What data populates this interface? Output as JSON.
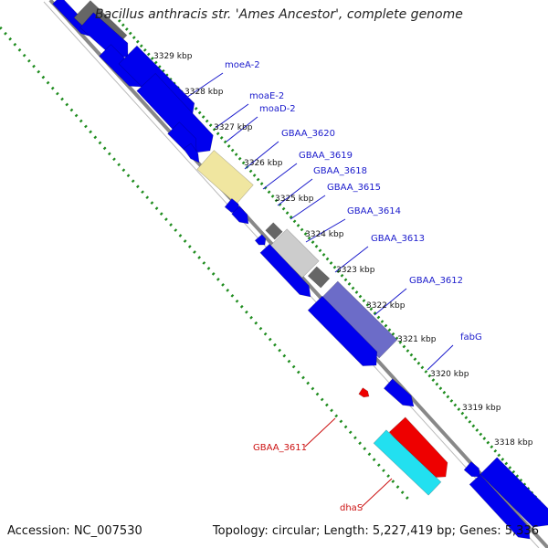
{
  "title": "Bacillus anthracis str. 'Ames Ancestor', complete genome",
  "footer": {
    "accession": "Accession: NC_007530",
    "topology": "Topology: circular; Length: 5,227,419 bp; Genes: 5,336"
  },
  "colors": {
    "forward_gene": "#0000ee",
    "backbone": "#888888",
    "tick": "#1e8c1e",
    "label_blue": "#1a1acc",
    "label_red": "#cc1111",
    "highlight_red": "#ee0000",
    "highlight_cyan": "#22e0f0",
    "pale_yellow": "#f0e6a0",
    "light_gray": "#cccccc",
    "dark_gray": "#666666",
    "purple": "#6c6cc8"
  },
  "scale": {
    "ticks": [
      "3329 kbp",
      "3328 kbp",
      "3327 kbp",
      "3326 kbp",
      "3325 kbp",
      "3324 kbp",
      "3323 kbp",
      "3322 kbp",
      "3321 kbp",
      "3320 kbp",
      "3319 kbp",
      "3318 kbp"
    ]
  },
  "genes": [
    {
      "name": "moeA-2",
      "color": "blue"
    },
    {
      "name": "moaE-2",
      "color": "blue"
    },
    {
      "name": "moaD-2",
      "color": "blue"
    },
    {
      "name": "GBAA_3620",
      "color": "blue"
    },
    {
      "name": "GBAA_3619",
      "color": "blue"
    },
    {
      "name": "GBAA_3618",
      "color": "blue"
    },
    {
      "name": "GBAA_3615",
      "color": "blue"
    },
    {
      "name": "GBAA_3614",
      "color": "blue"
    },
    {
      "name": "GBAA_3613",
      "color": "blue"
    },
    {
      "name": "GBAA_3612",
      "color": "blue"
    },
    {
      "name": "fabG",
      "color": "blue"
    },
    {
      "name": "GBAA_3611",
      "color": "red"
    },
    {
      "name": "dhaS",
      "color": "red"
    }
  ]
}
